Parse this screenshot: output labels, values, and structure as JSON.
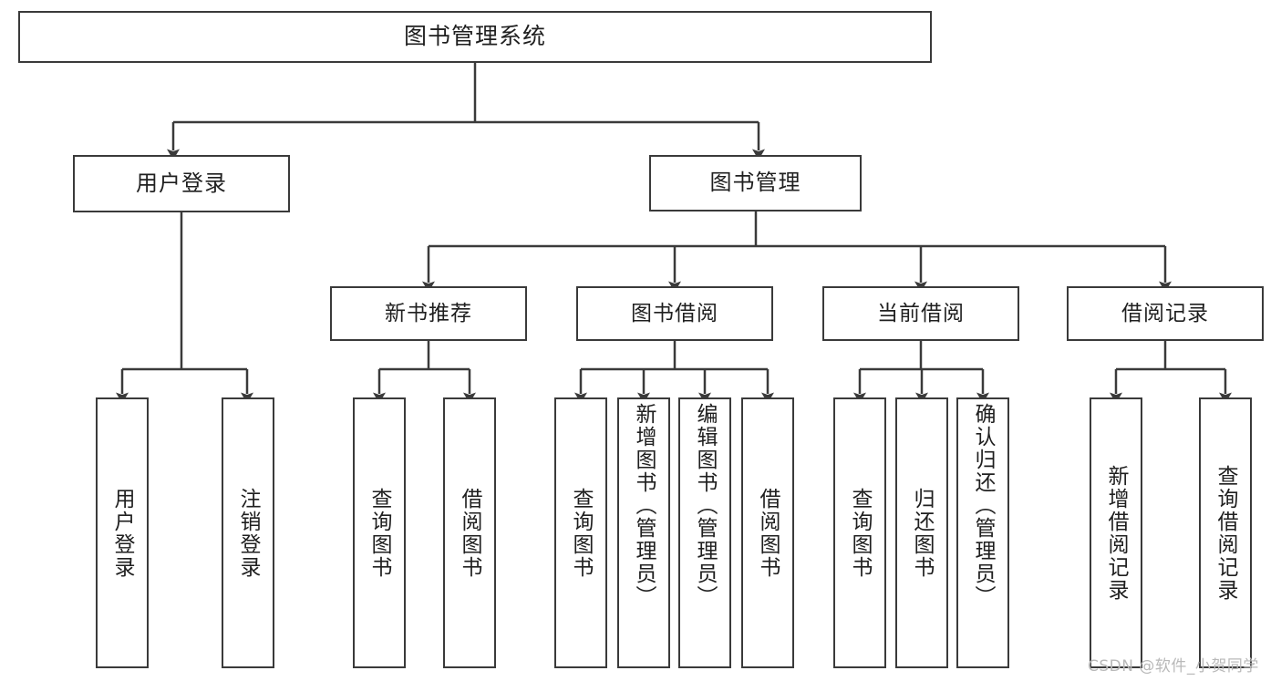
{
  "diagram": {
    "title": "图书管理系统",
    "type": "hierarchy-tree",
    "root": {
      "label": "图书管理系统"
    },
    "level2": [
      {
        "label": "用户登录"
      },
      {
        "label": "图书管理"
      }
    ],
    "level3": [
      {
        "label": "新书推荐"
      },
      {
        "label": "图书借阅"
      },
      {
        "label": "当前借阅"
      },
      {
        "label": "借阅记录"
      }
    ],
    "leaves": {
      "user_login": [
        {
          "label": "用户登录"
        },
        {
          "label": "注销登录"
        }
      ],
      "new_book_recommend": [
        {
          "label": "查询图书"
        },
        {
          "label": "借阅图书"
        }
      ],
      "book_borrow": [
        {
          "label": "查询图书"
        },
        {
          "label": "新增图书（管理员）"
        },
        {
          "label": "编辑图书（管理员）"
        },
        {
          "label": "借阅图书"
        }
      ],
      "current_borrow": [
        {
          "label": "查询图书"
        },
        {
          "label": "归还图书"
        },
        {
          "label": "确认归还（管理员）"
        }
      ],
      "borrow_record": [
        {
          "label": "新增借阅记录"
        },
        {
          "label": "查询借阅记录"
        }
      ]
    },
    "watermark": "CSDN @软件_小贺同学",
    "colors": {
      "stroke": "#3a3a3a",
      "text": "#1f1f1f",
      "background": "#ffffff",
      "watermark": "#b9b9b9"
    }
  }
}
